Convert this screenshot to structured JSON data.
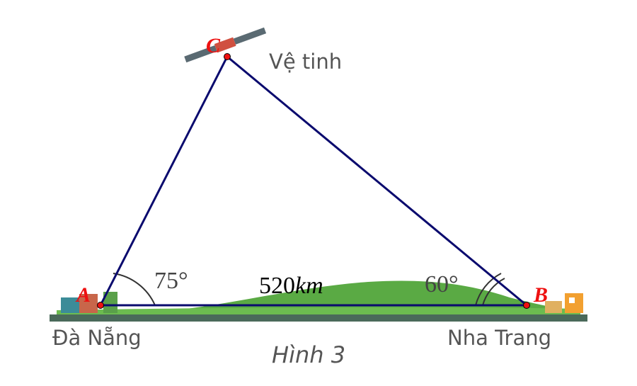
{
  "figure": {
    "caption": "Hình 3",
    "points": {
      "A": "A",
      "B": "B",
      "C": "C"
    },
    "places": {
      "A": "Đà Nẵng",
      "B": "Nha Trang",
      "C": "Vệ tinh"
    },
    "angle_A": "75°",
    "angle_B": "60°",
    "side_AB": "520km",
    "colors": {
      "triangle": "#0a0a6e",
      "points": "#ee1111",
      "ground": "#4a6a5a",
      "hill": "#5aaa44"
    }
  }
}
